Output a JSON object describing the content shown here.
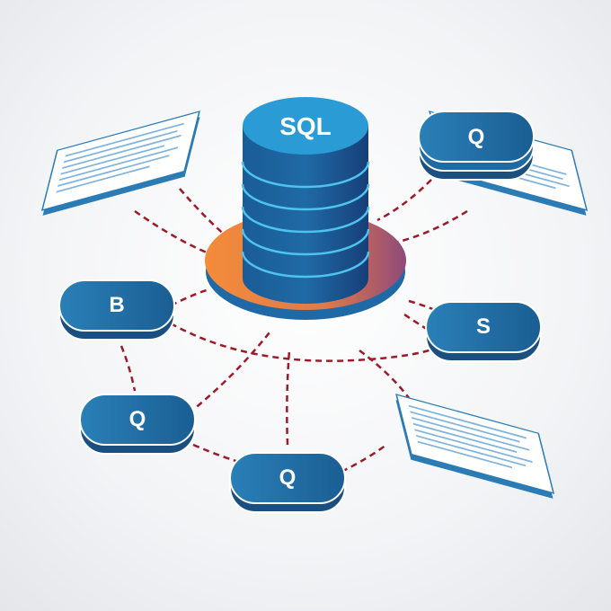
{
  "database": {
    "label": "SQL",
    "body_color": "#1e5f96",
    "top_color": "#2a9bd4",
    "ring_color": "#4fc3f0"
  },
  "platform": {
    "colors": [
      "#f08a3c",
      "#9a4f7a"
    ]
  },
  "nodes": [
    {
      "label": "B"
    },
    {
      "label": "Q"
    },
    {
      "label": "Q"
    },
    {
      "label": "S"
    },
    {
      "label": "Q"
    }
  ],
  "documents": 3,
  "connector_color": "#9b1b2a",
  "node_color": "#1f6ea3"
}
